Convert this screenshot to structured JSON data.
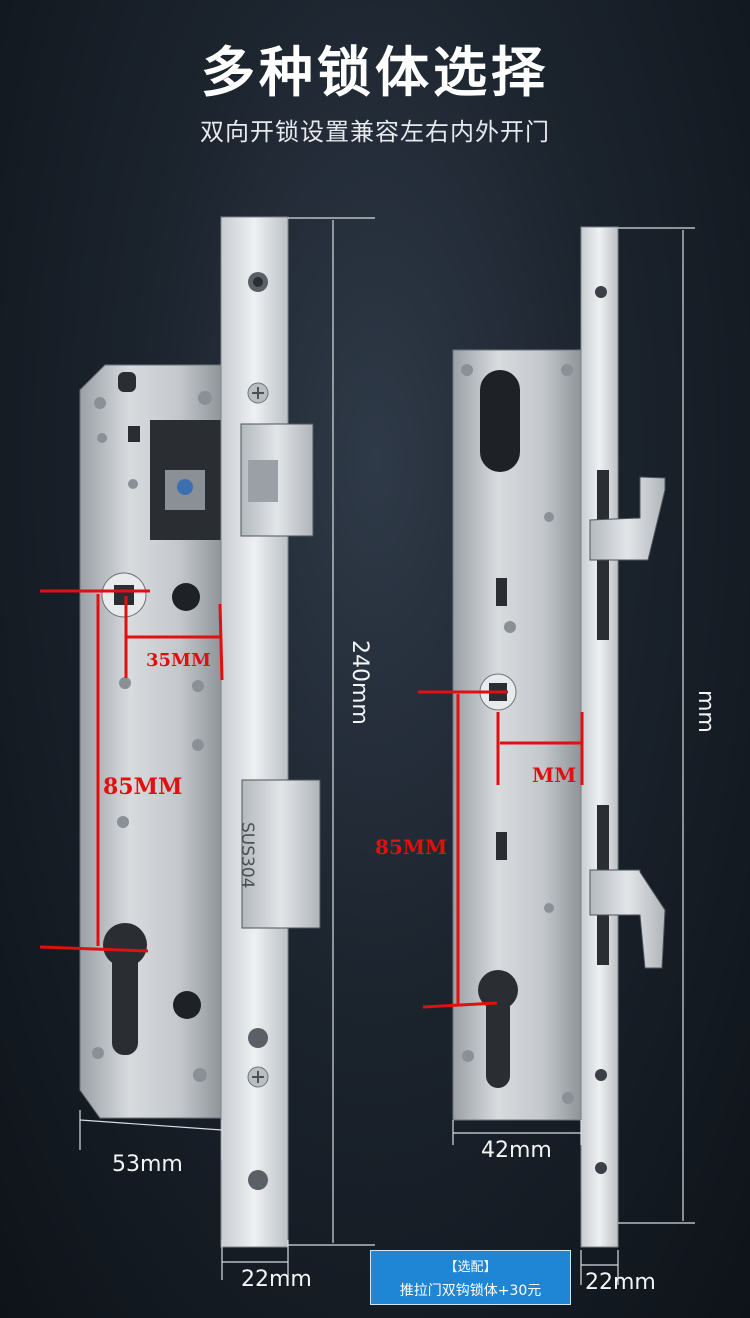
{
  "header": {
    "title": "多种锁体选择",
    "subtitle": "双向开锁设置兼容左右内外开门"
  },
  "left_lock": {
    "height_label": "240mm",
    "body_width_label": "53mm",
    "faceplate_width_label": "22mm",
    "backset_label": "35MM",
    "center_distance_label": "85MM",
    "material_stamp": "SUS304"
  },
  "right_lock": {
    "height_label": "mm",
    "body_width_label": "42mm",
    "faceplate_width_label": "22mm",
    "backset_label": "MM",
    "center_distance_label": "85MM"
  },
  "option_badge": {
    "tag": "【选配】",
    "text": "推拉门双钩锁体+30元"
  },
  "colors": {
    "dimension_red": "#e01010",
    "badge_blue": "#1f86d6",
    "steel": "#c9cdd1"
  }
}
